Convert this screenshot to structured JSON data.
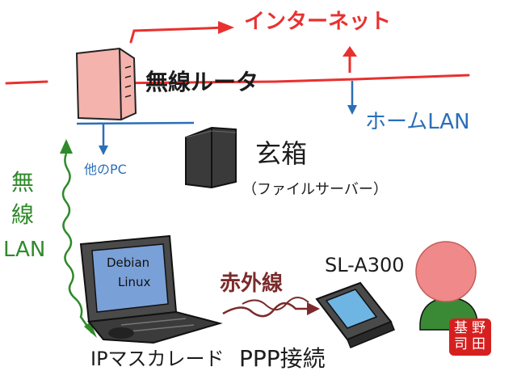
{
  "labels": {
    "internet": "インターネット",
    "wireless_router": "無線ルータ",
    "home_lan": "ホームLAN",
    "other_pc": "他のPC",
    "genbako": "玄箱",
    "file_server": "（ファイルサーバー）",
    "wireless_lan_1": "無",
    "wireless_lan_2": "線",
    "wireless_lan_3": "LAN",
    "infrared": "赤外線",
    "sl_a300": "SL-A300",
    "ip_masquerade": "IPマスカレード",
    "ppp": "PPP接続",
    "screen_line1": "Debian",
    "screen_line2": "Linux",
    "seal_1": "野",
    "seal_2": "田",
    "seal_3": "基",
    "seal_4": "司"
  },
  "colors": {
    "internet_line": "#e8312f",
    "lan_line": "#2a6fb8",
    "wireless_link": "#2f8a2a",
    "infrared_link": "#7b2b2b",
    "router_body": "#f4b3ad",
    "genbako_body": "#3a3a3a",
    "avatar_head": "#f08a8a",
    "avatar_body": "#3a8a35",
    "seal": "#d62020"
  }
}
